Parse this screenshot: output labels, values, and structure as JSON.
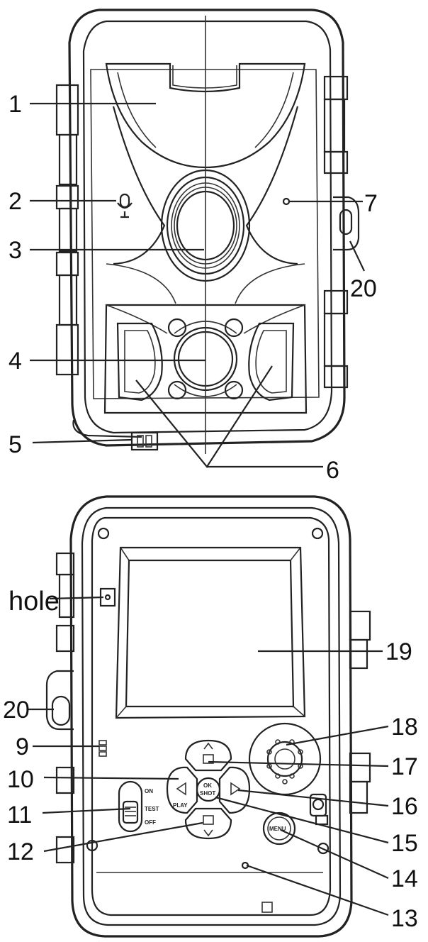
{
  "callouts": {
    "c1": "1",
    "c2": "2",
    "c3": "3",
    "c4": "4",
    "c5": "5",
    "c6": "6",
    "c7": "7",
    "c20a": "20",
    "hole": "hole",
    "c19": "19",
    "c20b": "20",
    "c18": "18",
    "c9": "9",
    "c10": "10",
    "c17": "17",
    "c16": "16",
    "c11": "11",
    "c15": "15",
    "c12": "12",
    "c14": "14",
    "c13": "13"
  },
  "device_text": {
    "switch_on": "ON",
    "switch_test": "TEST",
    "switch_off": "OFF",
    "play": "PLAY",
    "ok": "OK",
    "shot": "SHOT",
    "menu": "MENU"
  }
}
